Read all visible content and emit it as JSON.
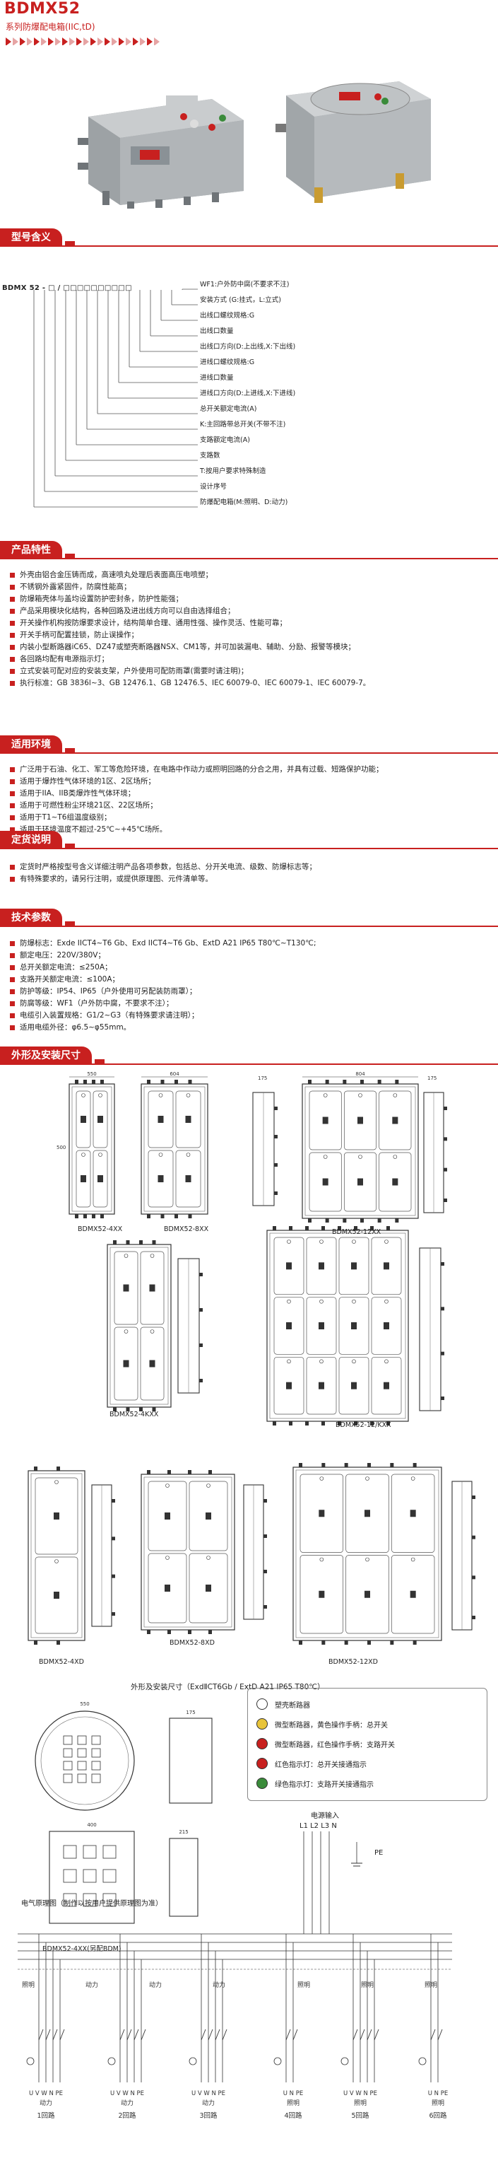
{
  "header": {
    "title": "BDMX52",
    "subtitle": "系列防爆配电箱(IIC,tD)"
  },
  "sections": {
    "model_meaning": "型号含义",
    "features": "产品特性",
    "environment": "适用环境",
    "ordering": "定货说明",
    "tech_params": "技术参数",
    "dimensions": "外形及安装尺寸"
  },
  "model_code": "BDMX 52 - □ / □□□□□□□□□□",
  "model_legend": [
    "WF1:户外防中腐(不要求不注)",
    "安装方式 (G:挂式，L:立式)",
    "出线口螺纹规格:G",
    "出线口数量",
    "出线口方向(D:上出线,X:下出线)",
    "进线口螺纹规格:G",
    "进线口数量",
    "进线口方向(D:上进线,X:下进线)",
    "总开关额定电流(A)",
    "K:主回路带总开关(不带不注)",
    "支路额定电流(A)",
    "支路数",
    "T:按用户要求特殊制造",
    "设计序号",
    "防爆配电箱(M:照明、D:动力)"
  ],
  "features": [
    "外壳由铝合金压铸而成，高速喷丸处理后表面高压电喷塑；",
    "不锈钢外露紧固件，防腐性能高；",
    "防爆箱壳体与盖均设置防护密封条，防护性能强；",
    "产品采用模块化结构，各种回路及进出线方向可以自由选择组合；",
    "开关操作机构按防爆要求设计，结构简单合理、通用性强、操作灵活、性能可靠；",
    "开关手柄可配置挂锁，防止误操作；",
    "内装小型断路器iC65、DZ47或塑壳断路器NSX、CM1等，并可加装漏电、辅助、分励、报警等模块；",
    "各回路均配有电源指示灯；",
    "立式安装可配对应的安装支架，户外使用可配防雨罩(需要时请注明)；",
    "执行标准：GB 3836l~3、GB 12476.1、GB 12476.5、IEC 60079-0、IEC 60079-1、IEC 60079-7。"
  ],
  "environment": [
    "广泛用于石油、化工、军工等危险环境，在电路中作动力或照明回路的分合之用，并具有过载、短路保护功能；",
    "适用于爆炸性气体环境的1区、2区场所；",
    "适用于IIA、IIB类爆炸性气体环境；",
    "适用于可燃性粉尘环境21区、22区场所；",
    "适用于T1~T6组温度级别；",
    "适用于环境温度不超过-25℃~+45℃场所。"
  ],
  "ordering": [
    "定货时严格按型号含义详细注明产品各项参数，包括总、分开关电流、级数、防爆标志等；",
    "有特殊要求的，请另行注明，或提供原理图、元件清单等。"
  ],
  "tech_params": [
    "防爆标志：Exde IICT4~T6 Gb、Exd IICT4~T6 Gb、ExtD A21 IP65 T80℃~T130℃;",
    "额定电压：220V/380V；",
    "总开关额定电流：≤250A；",
    "支路开关额定电流：≤100A；",
    "防护等级：IP54、IP65（户外使用可另配装防雨罩）；",
    "防腐等级：WF1（户外防中腐，不要求不注）；",
    "电缆引入装置规格：G1/2~G3（有特殊要求请注明）；",
    "适用电缆外径：φ6.5~φ55mm。"
  ],
  "drawings": {
    "row1": [
      "BDMX52-4XX",
      "BDMX52-8XX",
      "BDMX52-12XX"
    ],
    "row2": [
      "BDMX52-4KXX",
      "BDMX52-12/KXX"
    ],
    "row3": [
      "BDMX52-4XD",
      "BDMX52-8XD",
      "BDMX52-12XD"
    ],
    "dims_row1": [
      "550",
      "604",
      "804"
    ],
    "side_dims": [
      "175",
      "175",
      "175"
    ],
    "height_dim": "500",
    "installation_caption": "外形及安装尺寸（ExdⅡCT6Gb / ExtD A21 IP65 T80℃）",
    "round_caption": "BDMX52-4XX(另配BDM)",
    "round_dims": [
      "550",
      "400",
      "215"
    ]
  },
  "legend": [
    "塑壳断路器",
    "微型断路器，黄色操作手柄：总开关",
    "微型断路器，红色操作手柄：支路开关",
    "红色指示灯：总开关接通指示",
    "绿色指示灯：支路开关接通指示"
  ],
  "circuit": {
    "title": "电气原理图（制作以按用户提供原理图为准）",
    "input_label": "电源输入",
    "input_phases": "L1 L2 L3  N",
    "pe_label": "PE",
    "top_labels": [
      "照明",
      "动力",
      "动力",
      "动力",
      "照明",
      "照明",
      "照明"
    ],
    "terminals": [
      "U V W N PE",
      "U V W N PE",
      "U V W N PE",
      "U N PE",
      "U V W N PE",
      "U N PE"
    ],
    "circuits": [
      "1回路",
      "2回路",
      "3回路",
      "4回路",
      "5回路",
      "6回路"
    ],
    "bottom_types": [
      "动力",
      "动力",
      "动力",
      "照明",
      "照明",
      "照明"
    ]
  },
  "colors": {
    "accent": "#c8201f",
    "enclosure": "#b9bcbe"
  }
}
